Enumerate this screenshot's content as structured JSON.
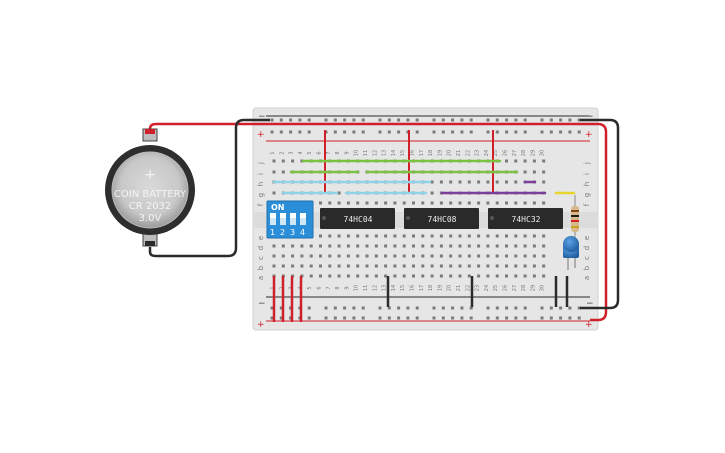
{
  "battery": {
    "plus_sign": "+",
    "label_line1": "COIN BATTERY",
    "label_line2": "CR 2032",
    "label_line3": "3.0V"
  },
  "dip_switch": {
    "on_label": "ON",
    "numbers": [
      "1",
      "2",
      "3",
      "4"
    ]
  },
  "chips": [
    {
      "label": "74HC04"
    },
    {
      "label": "74HC08"
    },
    {
      "label": "74HC32"
    }
  ],
  "breadboard": {
    "rail_plus": "+",
    "rail_minus": "−",
    "row_letters_top": [
      "j",
      "i",
      "h",
      "g",
      "f"
    ],
    "row_letters_bottom": [
      "e",
      "d",
      "c",
      "b",
      "a"
    ],
    "column_numbers": [
      "1",
      "2",
      "3",
      "4",
      "5",
      "6",
      "7",
      "8",
      "9",
      "10",
      "11",
      "12",
      "13",
      "14",
      "15",
      "16",
      "17",
      "18",
      "19",
      "20",
      "21",
      "22",
      "23",
      "24",
      "25",
      "26",
      "27",
      "28",
      "29",
      "30"
    ]
  },
  "colors": {
    "board": "#e6e6e6",
    "red_wire": "#d0202a",
    "black_wire": "#2b2b2b",
    "green_wire": "#7bc142",
    "cyan_wire": "#8fd3e8",
    "purple_wire": "#7b3f99",
    "dip_blue": "#2a8fd8",
    "chip": "#2a2a2a",
    "led_blue": "#2a6fb8"
  }
}
